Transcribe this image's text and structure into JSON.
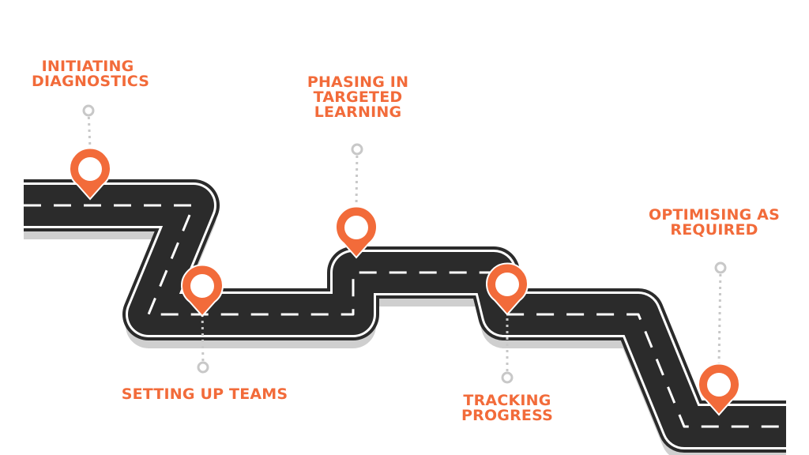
{
  "colors": {
    "accent": "#f26b3a",
    "road": "#2b2b2b",
    "road_edge": "#ffffff",
    "lane_marking": "#ffffff",
    "shadow": "#cfcfcf",
    "connector": "#c8c8c8"
  },
  "milestones": [
    {
      "lines": [
        "INITIATING",
        "DIAGNOSTICS"
      ]
    },
    {
      "lines": [
        "SETTING UP TEAMS"
      ]
    },
    {
      "lines": [
        "PHASING IN",
        "TARGETED",
        "LEARNING"
      ]
    },
    {
      "lines": [
        "TRACKING",
        "PROGRESS"
      ]
    },
    {
      "lines": [
        "OPTIMISING AS",
        "REQUIRED"
      ]
    }
  ],
  "icons": {
    "marker": "map-pin-icon",
    "connector_end": "ring-icon"
  }
}
